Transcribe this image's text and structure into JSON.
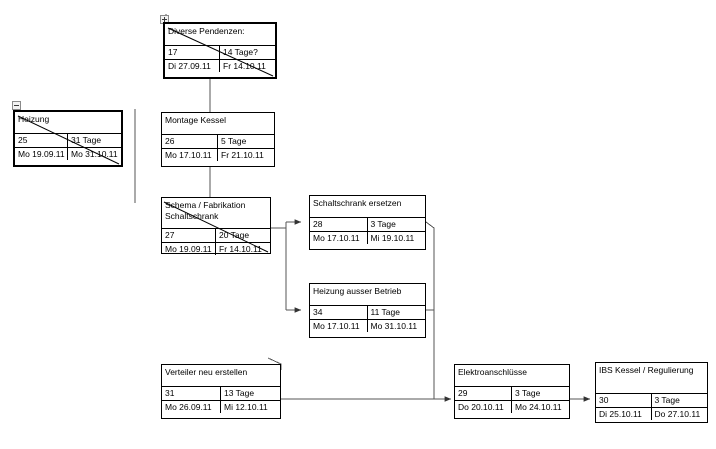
{
  "diagram": {
    "type": "project-network-diagram",
    "language": "de",
    "date_format": "Tag TT.MM.JJ",
    "duration_unit": "Tage",
    "toggles": [
      {
        "name": "expand-diverse-pendenzen",
        "symbol": "+",
        "state": "collapsed"
      },
      {
        "name": "collapse-heizung",
        "symbol": "-",
        "state": "expanded"
      }
    ],
    "nodes": [
      {
        "id": "diverse-pendenzen",
        "title": "Diverse Pendenzen:",
        "number": "17",
        "duration": "14 Tage?",
        "start": "Di 27.09.11",
        "finish": "Fr 14.10.11",
        "critical": true
      },
      {
        "id": "heizung",
        "title": "Heizung",
        "number": "25",
        "duration": "31 Tage",
        "start": "Mo 19.09.11",
        "finish": "Mo 31.10.11",
        "critical": true
      },
      {
        "id": "montage-kessel",
        "title": "Montage Kessel",
        "number": "26",
        "duration": "5 Tage",
        "start": "Mo 17.10.11",
        "finish": "Fr 21.10.11",
        "critical": false
      },
      {
        "id": "schema-fabrikation-schaltschrank",
        "title": "Schema / Fabrikation Schaltschrank",
        "number": "27",
        "duration": "20 Tage",
        "start": "Mo 19.09.11",
        "finish": "Fr 14.10.11",
        "critical": false
      },
      {
        "id": "schaltschrank-ersetzen",
        "title": "Schaltschrank ersetzen",
        "number": "28",
        "duration": "3 Tage",
        "start": "Mo 17.10.11",
        "finish": "Mi 19.10.11",
        "critical": false
      },
      {
        "id": "heizung-ausser-betrieb",
        "title": "Heizung ausser Betrieb",
        "number": "34",
        "duration": "11 Tage",
        "start": "Mo 17.10.11",
        "finish": "Mo 31.10.11",
        "critical": false
      },
      {
        "id": "verteiler-neu-erstellen",
        "title": "Verteiler neu erstellen",
        "number": "31",
        "duration": "13 Tage",
        "start": "Mo 26.09.11",
        "finish": "Mi 12.10.11",
        "critical": false
      },
      {
        "id": "elektroanschluesse",
        "title": "Elektroanschlüsse",
        "number": "29",
        "duration": "3 Tage",
        "start": "Do 20.10.11",
        "finish": "Mo 24.10.11",
        "critical": false
      },
      {
        "id": "ibs-kessel-regulierung",
        "title": "IBS Kessel / Regulierung",
        "number": "30",
        "duration": "3 Tage",
        "start": "Di 25.10.11",
        "finish": "Do 27.10.11",
        "critical": false
      }
    ]
  },
  "colors": {
    "border": "#000000",
    "line": "#555555",
    "background": "#ffffff",
    "text": "#000000"
  }
}
